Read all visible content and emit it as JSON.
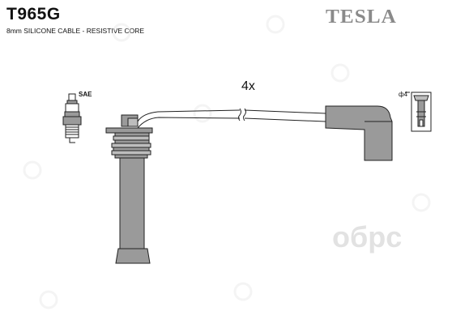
{
  "header": {
    "part_number": "T965G",
    "description": "8mm SILICONE CABLE - RESISTIVE CORE",
    "brand": "TESLA"
  },
  "diagram": {
    "quantity_label": "4x",
    "plug_label": "SAE",
    "terminal_label": "ф4"
  },
  "watermark": {
    "text": "oбрс"
  },
  "colors": {
    "part_fill": "#9a9a9a",
    "outline": "#222222",
    "brand_gray": "#8a8a8a",
    "watermark": "#e2e2e2"
  }
}
